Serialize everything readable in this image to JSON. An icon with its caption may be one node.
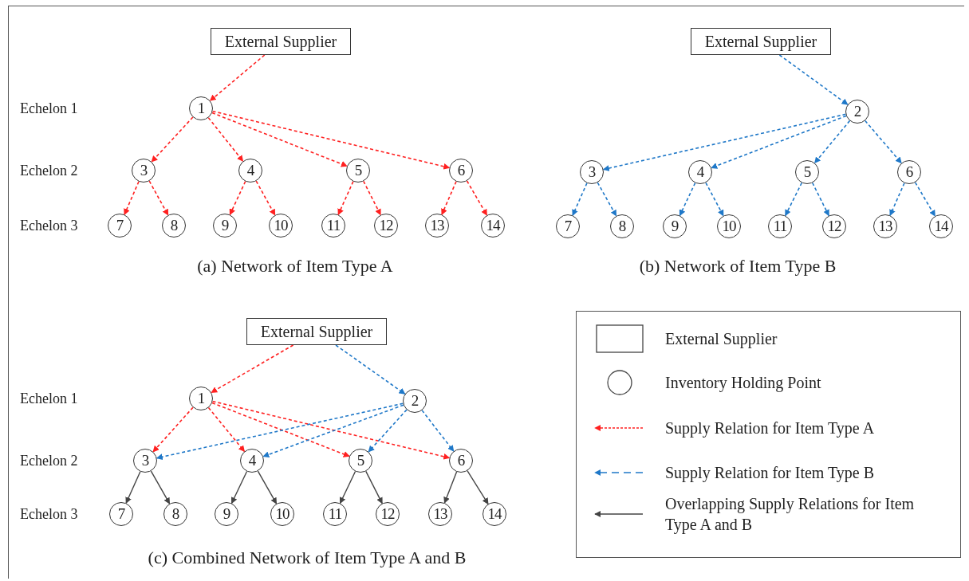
{
  "diagram": {
    "nodes": [
      {
        "text": [
          "External Supplier"
        ]
      },
      {
        "text": [
          "1"
        ]
      },
      {
        "text": [
          "3"
        ]
      },
      {
        "text": [
          "4"
        ]
      },
      {
        "text": [
          "5"
        ]
      },
      {
        "text": [
          "6"
        ]
      },
      {
        "text": [
          "7"
        ]
      },
      {
        "text": [
          "8"
        ]
      },
      {
        "text": [
          "9"
        ]
      },
      {
        "text": [
          "10"
        ]
      },
      {
        "text": [
          "11"
        ]
      },
      {
        "text": [
          "12"
        ]
      },
      {
        "text": [
          "13"
        ]
      },
      {
        "text": [
          "14"
        ]
      },
      {
        "text": [
          "External Supplier"
        ]
      },
      {
        "text": [
          "2"
        ]
      },
      {
        "text": [
          "3"
        ]
      },
      {
        "text": [
          "4"
        ]
      },
      {
        "text": [
          "5"
        ]
      },
      {
        "text": [
          "6"
        ]
      },
      {
        "text": [
          "7"
        ]
      },
      {
        "text": [
          "8"
        ]
      },
      {
        "text": [
          "9"
        ]
      },
      {
        "text": [
          "10"
        ]
      },
      {
        "text": [
          "11"
        ]
      },
      {
        "text": [
          "12"
        ]
      },
      {
        "text": [
          "13"
        ]
      },
      {
        "text": [
          "14"
        ]
      },
      {
        "text": [
          "External Supplier"
        ]
      },
      {
        "text": [
          "1"
        ]
      },
      {
        "text": [
          "2"
        ]
      },
      {
        "text": [
          "3"
        ]
      },
      {
        "text": [
          "4"
        ]
      },
      {
        "text": [
          "5"
        ]
      },
      {
        "text": [
          "6"
        ]
      },
      {
        "text": [
          "7"
        ]
      },
      {
        "text": [
          "8"
        ]
      },
      {
        "text": [
          "9"
        ]
      },
      {
        "text": [
          "10"
        ]
      },
      {
        "text": [
          "11"
        ]
      },
      {
        "text": [
          "12"
        ]
      },
      {
        "text": [
          "13"
        ]
      },
      {
        "text": [
          "14"
        ]
      }
    ],
    "edges": [
      {
        "from": 0,
        "to": 1,
        "arrow": "to",
        "style": "dashed",
        "color": "#ff2020"
      },
      {
        "from": 1,
        "to": 2,
        "arrow": "to",
        "style": "dashed",
        "color": "#ff2020"
      },
      {
        "from": 1,
        "to": 3,
        "arrow": "to",
        "style": "dashed",
        "color": "#ff2020"
      },
      {
        "from": 1,
        "to": 4,
        "arrow": "to",
        "style": "dashed",
        "color": "#ff2020"
      },
      {
        "from": 1,
        "to": 5,
        "arrow": "to",
        "style": "dashed",
        "color": "#ff2020"
      },
      {
        "from": 2,
        "to": 6,
        "arrow": "to",
        "style": "dashed",
        "color": "#ff2020"
      },
      {
        "from": 2,
        "to": 7,
        "arrow": "to",
        "style": "dashed",
        "color": "#ff2020"
      },
      {
        "from": 3,
        "to": 8,
        "arrow": "to",
        "style": "dashed",
        "color": "#ff2020"
      },
      {
        "from": 3,
        "to": 9,
        "arrow": "to",
        "style": "dashed",
        "color": "#ff2020"
      },
      {
        "from": 4,
        "to": 10,
        "arrow": "to",
        "style": "dashed",
        "color": "#ff2020"
      },
      {
        "from": 4,
        "to": 11,
        "arrow": "to",
        "style": "dashed",
        "color": "#ff2020"
      },
      {
        "from": 5,
        "to": 12,
        "arrow": "to",
        "style": "dashed",
        "color": "#ff2020"
      },
      {
        "from": 5,
        "to": 13,
        "arrow": "to",
        "style": "dashed",
        "color": "#ff2020"
      },
      {
        "from": 14,
        "to": 15,
        "arrow": "to",
        "style": "dashed",
        "color": "#1f78c8"
      },
      {
        "from": 15,
        "to": 16,
        "arrow": "to",
        "style": "dashed",
        "color": "#1f78c8"
      },
      {
        "from": 15,
        "to": 17,
        "arrow": "to",
        "style": "dashed",
        "color": "#1f78c8"
      },
      {
        "from": 15,
        "to": 18,
        "arrow": "to",
        "style": "dashed",
        "color": "#1f78c8"
      },
      {
        "from": 15,
        "to": 19,
        "arrow": "to",
        "style": "dashed",
        "color": "#1f78c8"
      },
      {
        "from": 16,
        "to": 20,
        "arrow": "to",
        "style": "dashed",
        "color": "#1f78c8"
      },
      {
        "from": 16,
        "to": 21,
        "arrow": "to",
        "style": "dashed",
        "color": "#1f78c8"
      },
      {
        "from": 17,
        "to": 22,
        "arrow": "to",
        "style": "dashed",
        "color": "#1f78c8"
      },
      {
        "from": 17,
        "to": 23,
        "arrow": "to",
        "style": "dashed",
        "color": "#1f78c8"
      },
      {
        "from": 18,
        "to": 24,
        "arrow": "to",
        "style": "dashed",
        "color": "#1f78c8"
      },
      {
        "from": 18,
        "to": 25,
        "arrow": "to",
        "style": "dashed",
        "color": "#1f78c8"
      },
      {
        "from": 19,
        "to": 26,
        "arrow": "to",
        "style": "dashed",
        "color": "#1f78c8"
      },
      {
        "from": 19,
        "to": 27,
        "arrow": "to",
        "style": "dashed",
        "color": "#1f78c8"
      },
      {
        "from": 28,
        "to": 29,
        "arrow": "to",
        "style": "dashed",
        "color": "#ff2020"
      },
      {
        "from": 28,
        "to": 30,
        "arrow": "to",
        "style": "dashed",
        "color": "#1f78c8"
      },
      {
        "from": 29,
        "to": 31,
        "arrow": "to",
        "style": "dashed",
        "color": "#ff2020"
      },
      {
        "from": 29,
        "to": 32,
        "arrow": "to",
        "style": "dashed",
        "color": "#ff2020"
      },
      {
        "from": 29,
        "to": 33,
        "arrow": "to",
        "style": "dashed",
        "color": "#ff2020"
      },
      {
        "from": 29,
        "to": 34,
        "arrow": "to",
        "style": "dashed",
        "color": "#ff2020"
      },
      {
        "from": 30,
        "to": 31,
        "arrow": "to",
        "style": "dashed",
        "color": "#1f78c8"
      },
      {
        "from": 30,
        "to": 32,
        "arrow": "to",
        "style": "dashed",
        "color": "#1f78c8"
      },
      {
        "from": 30,
        "to": 33,
        "arrow": "to",
        "style": "dashed",
        "color": "#1f78c8"
      },
      {
        "from": 30,
        "to": 34,
        "arrow": "to",
        "style": "dashed",
        "color": "#1f78c8"
      },
      {
        "from": 31,
        "to": 35,
        "arrow": "to",
        "color": "#444444"
      },
      {
        "from": 31,
        "to": 36,
        "arrow": "to",
        "color": "#444444"
      },
      {
        "from": 32,
        "to": 37,
        "arrow": "to",
        "color": "#444444"
      },
      {
        "from": 32,
        "to": 38,
        "arrow": "to",
        "color": "#444444"
      },
      {
        "from": 33,
        "to": 39,
        "arrow": "to",
        "color": "#444444"
      },
      {
        "from": 33,
        "to": 40,
        "arrow": "to",
        "color": "#444444"
      },
      {
        "from": 34,
        "to": 41,
        "arrow": "to",
        "color": "#444444"
      },
      {
        "from": 34,
        "to": 42,
        "arrow": "to",
        "color": "#444444"
      }
    ],
    "labels": [
      "Echelon 1",
      "Echelon 2",
      "Echelon 3",
      "(a) Network of Item Type A",
      "(b) Network of Item Type B",
      "Echelon 1",
      "Echelon 2",
      "Echelon 3",
      "(c) Combined Network of Item Type A and B"
    ],
    "legend": [
      {
        "text": "External Supplier"
      },
      {
        "text": "Inventory Holding Point"
      },
      {
        "text": "Supply Relation for Item Type A"
      },
      {
        "text": "Supply Relation for Item Type B"
      },
      {
        "text": "Overlapping Supply Relations for Item Type A and B"
      }
    ]
  }
}
